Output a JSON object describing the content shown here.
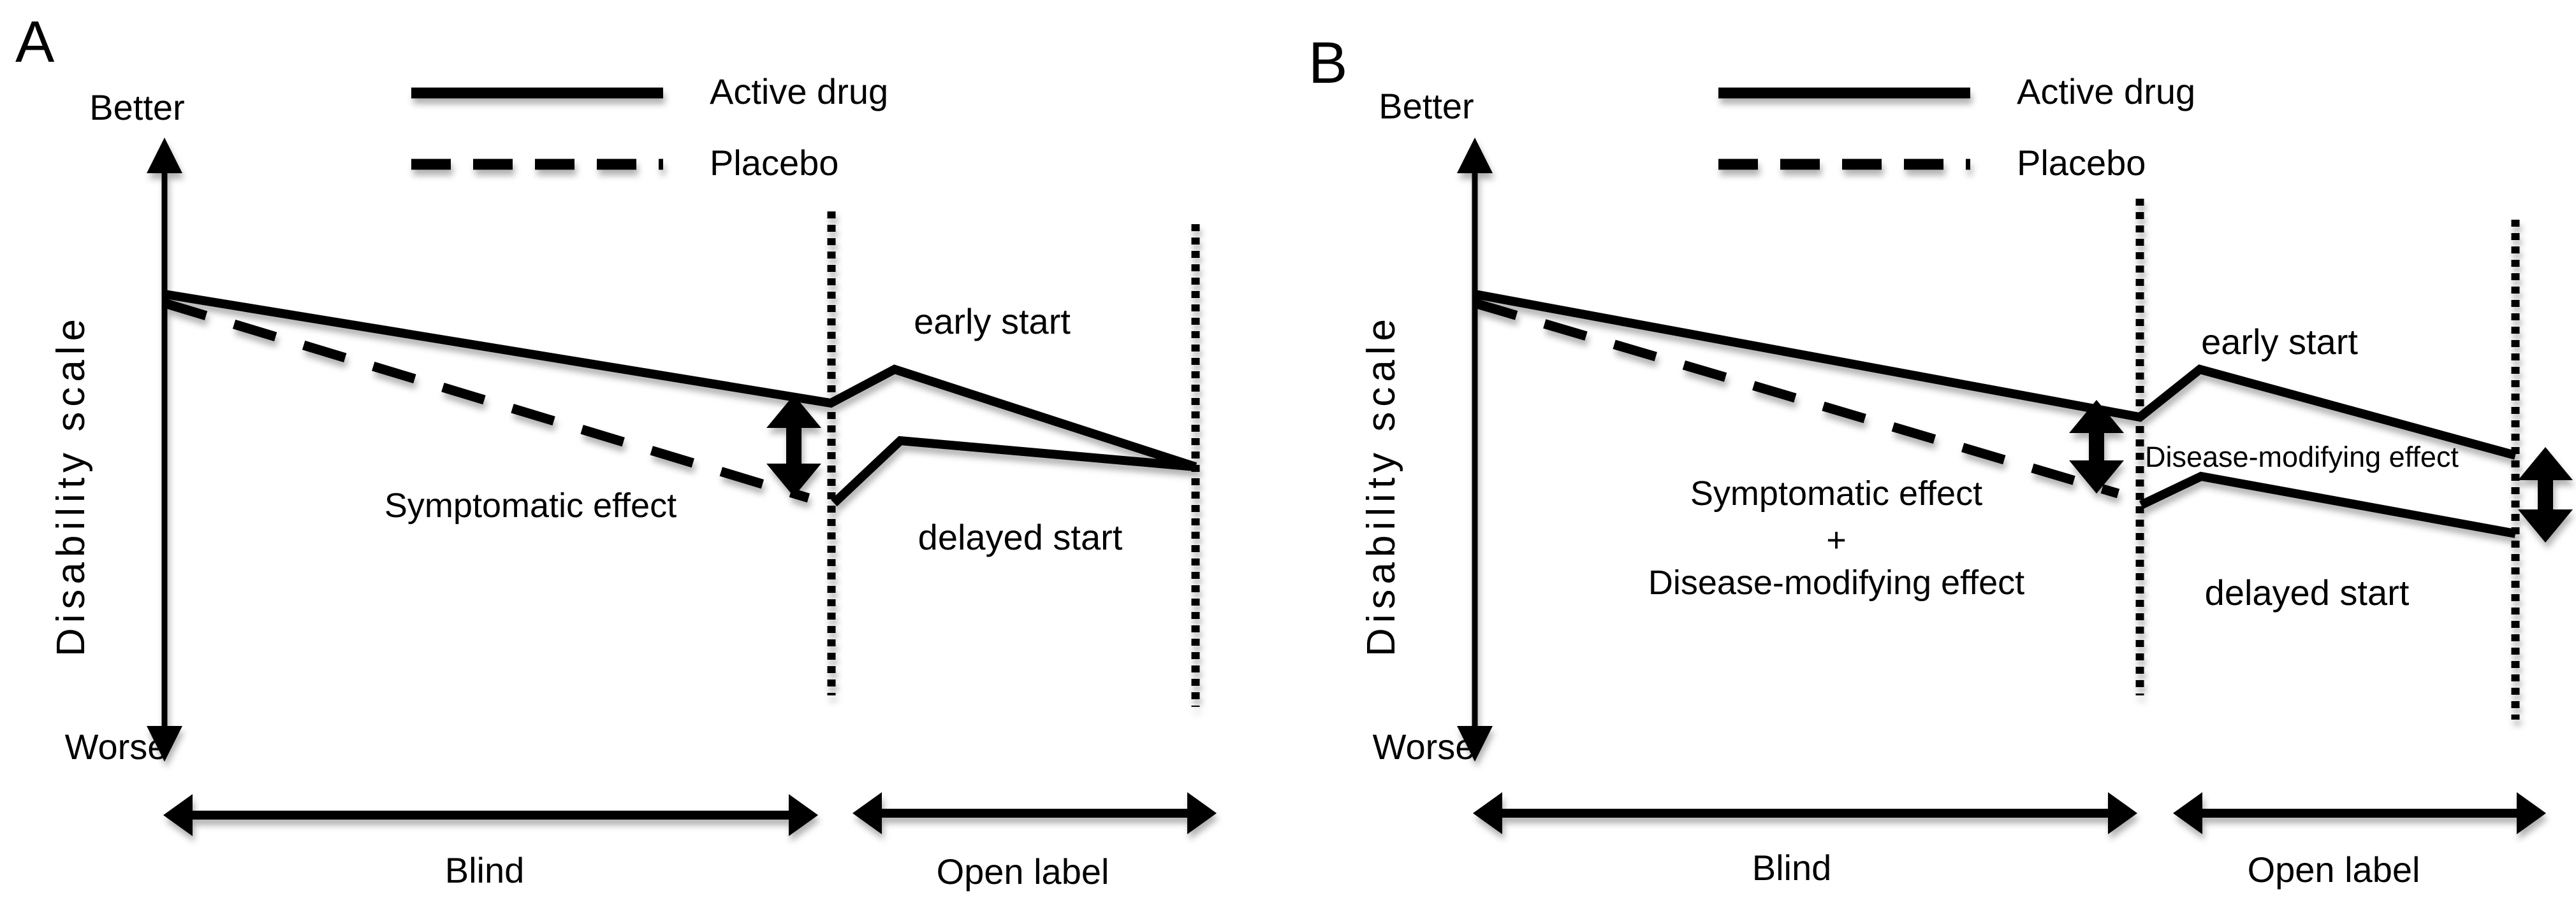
{
  "figure": {
    "background": "#ffffff",
    "ink_color": "#000000",
    "panels": {
      "a": {
        "label": "A",
        "axis": {
          "better": "Better",
          "scale": "Disability scale",
          "worse": "Worse"
        },
        "legend": {
          "active_drug": "Active drug",
          "placebo": "Placebo"
        },
        "annotations": {
          "symptomatic_effect": "Symptomatic effect",
          "early_start": "early start",
          "delayed_start": "delayed start"
        },
        "phases": {
          "blind": "Blind",
          "open_label": "Open label"
        }
      },
      "b": {
        "label": "B",
        "axis": {
          "better": "Better",
          "scale": "Disability scale",
          "worse": "Worse"
        },
        "legend": {
          "active_drug": "Active drug",
          "placebo": "Placebo"
        },
        "annotations": {
          "combined_effect_line1": "Symptomatic effect",
          "combined_effect_line2": "+",
          "combined_effect_line3": "Disease-modifying effect",
          "disease_modifying_effect": "Disease-modifying effect",
          "early_start": "early start",
          "delayed_start": "delayed start"
        },
        "phases": {
          "blind": "Blind",
          "open_label": "Open label"
        }
      }
    }
  }
}
